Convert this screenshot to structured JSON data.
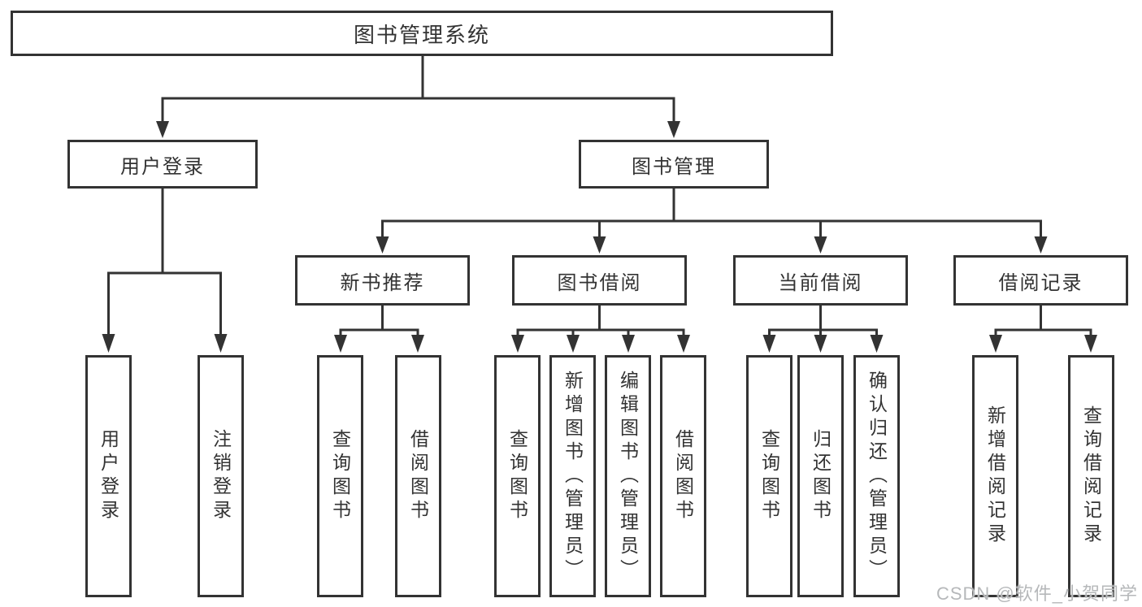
{
  "diagram": {
    "title": "图书管理系统",
    "branches": [
      {
        "label": "用户登录",
        "children": [
          {
            "label": "用户登录"
          },
          {
            "label": "注销登录"
          }
        ]
      },
      {
        "label": "图书管理",
        "sections": [
          {
            "label": "新书推荐",
            "children": [
              {
                "label": "查询图书"
              },
              {
                "label": "借阅图书"
              }
            ]
          },
          {
            "label": "图书借阅",
            "children": [
              {
                "label": "查询图书"
              },
              {
                "label": "新增图书（管理员）"
              },
              {
                "label": "编辑图书（管理员）"
              },
              {
                "label": "借阅图书"
              }
            ]
          },
          {
            "label": "当前借阅",
            "children": [
              {
                "label": "查询图书"
              },
              {
                "label": "归还图书"
              },
              {
                "label": "确认归还（管理员）"
              }
            ]
          },
          {
            "label": "借阅记录",
            "children": [
              {
                "label": "新增借阅记录"
              },
              {
                "label": "查询借阅记录"
              }
            ]
          }
        ]
      }
    ]
  },
  "watermark": {
    "text": "CSDN @软件_小贺同学"
  },
  "colors": {
    "line": "#333333",
    "box_border": "#333333",
    "text": "#333333",
    "watermark": "#b6b8ba",
    "background": "#ffffff"
  }
}
